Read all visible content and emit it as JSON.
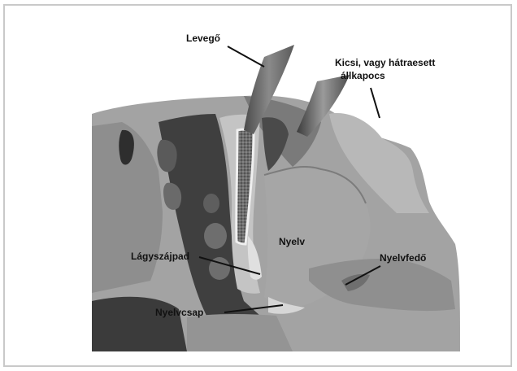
{
  "labels": {
    "levego": "Levegő",
    "allkapocs_line1": "Kicsi, vagy hátraesett",
    "allkapocs_line2": "állkapocs",
    "nyelv": "Nyelv",
    "lagyszajpad": "Lágyszájpad",
    "nyelvfedo": "Nyelvfedő",
    "nyelvcsap": "Nyelvcsap"
  }
}
